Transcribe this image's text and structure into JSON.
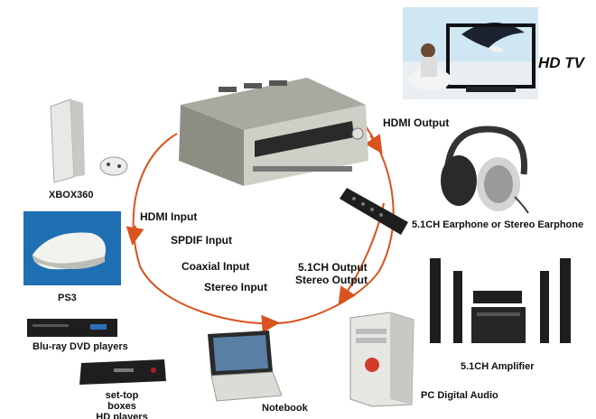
{
  "labels": {
    "hdtv": "HD TV",
    "hdmi_output": "HDMI  Output",
    "earphone": "5.1CH Earphone or Stereo Earphone",
    "xbox": "XBOX360",
    "hdmi_input": "HDMI  Input",
    "spdif_input": "SPDIF Input",
    "coaxial_input": "Coaxial Input",
    "stereo_input": "Stereo Input",
    "ch_output": "5.1CH Output",
    "stereo_output": "Stereo Output",
    "ps3": "PS3",
    "bluray": "Blu-ray DVD players",
    "settop_line1": "set-top boxes",
    "settop_line2": "HD players",
    "notebook": "Notebook",
    "pc_audio": "PC Digital Audio",
    "amplifier": "5.1CH  Amplifier"
  },
  "colors": {
    "arc": "#d9531e",
    "device_dark": "#1e1e1e",
    "device_silver": "#cfcfc7",
    "tv_sky": "#cfe6f3"
  }
}
